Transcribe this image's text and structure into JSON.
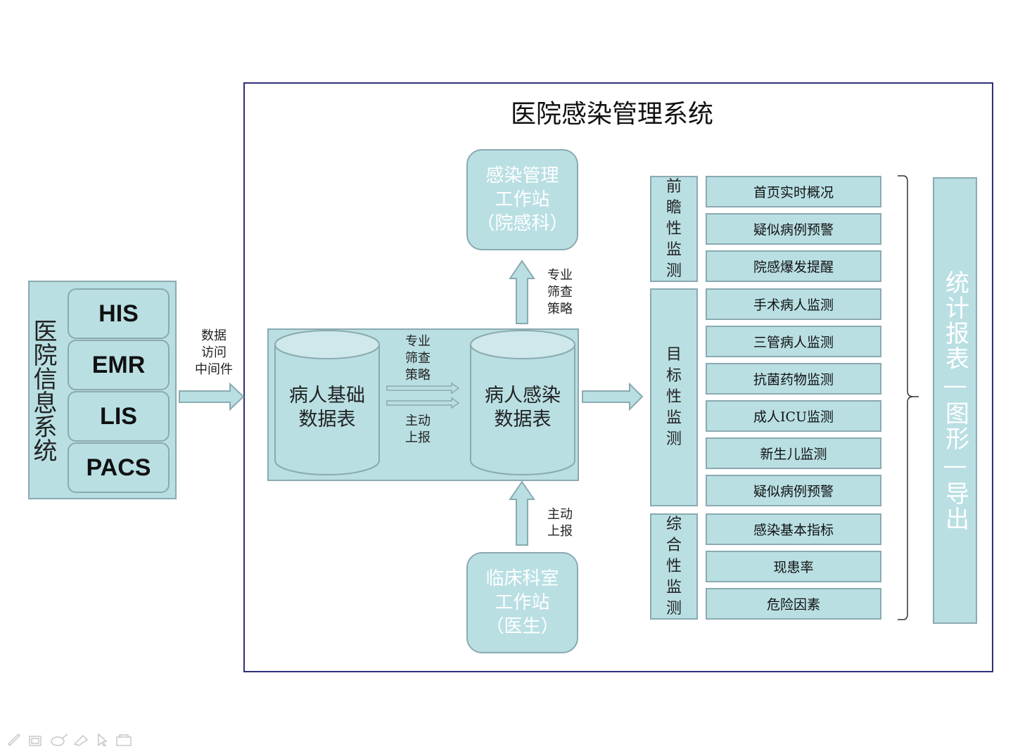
{
  "system_title": "医院感染管理系统",
  "hospital_info_system": {
    "label": "医院信息系统",
    "systems": [
      "HIS",
      "EMR",
      "LIS",
      "PACS"
    ]
  },
  "middleware_label": "数据\n访问\n中间件",
  "databases": {
    "patient_base": "病人基础\n数据表",
    "patient_infection": "病人感染\n数据表",
    "strategy_label": "专业\n筛查\n策略",
    "report_label": "主动\n上报"
  },
  "stations": {
    "infection_mgmt": "感染管理\n工作站\n（院感科）",
    "clinical": "临床科室\n工作站\n（医生）"
  },
  "arrow_labels": {
    "up": "专业\n筛查\n策略",
    "bottom": "主动\n上报"
  },
  "monitoring": {
    "groups": [
      {
        "label": "前\n瞻\n性\n监\n测",
        "items": [
          "首页实时概况",
          "疑似病例预警",
          "院感爆发提醒"
        ]
      },
      {
        "label": "目\n标\n性\n监\n测",
        "items": [
          "手术病人监测",
          "三管病人监测",
          "抗菌药物监测",
          "成人ICU监测",
          "新生儿监测",
          "疑似病例预警"
        ]
      },
      {
        "label": "综\n合\n性\n监\n测",
        "items": [
          "感染基本指标",
          "现患率",
          "危险因素"
        ]
      }
    ]
  },
  "output_panel": "统计报表—图形—导出",
  "colors": {
    "teal_fill": "#b9dfe3",
    "teal_border": "#8aaab0",
    "frame_border": "#2e2e7a",
    "white": "#ffffff"
  }
}
